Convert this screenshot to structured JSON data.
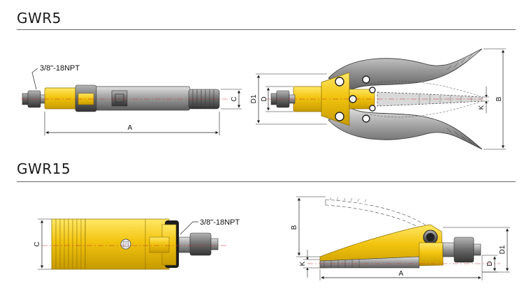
{
  "sections": [
    {
      "title": "GWR5"
    },
    {
      "title": "GWR15"
    }
  ],
  "gwr5": {
    "side_view": {
      "port_label": "3/8\"-18NPT",
      "dim_length": "A",
      "dim_height": "C"
    },
    "top_view": {
      "dim_d1": "D1",
      "dim_d": "D",
      "dim_k": "K",
      "dim_b": "B"
    }
  },
  "gwr15": {
    "top_view": {
      "port_label": "3/8\"-18NPT",
      "dim_height": "C"
    },
    "side_view": {
      "dim_b": "B",
      "dim_k": "K",
      "dim_a": "A",
      "dim_d": "D",
      "dim_d1": "D1"
    }
  },
  "colors": {
    "body_yellow": "#f2c40f",
    "steel_gray": "#9a9a9a",
    "dark_steel": "#555555"
  }
}
